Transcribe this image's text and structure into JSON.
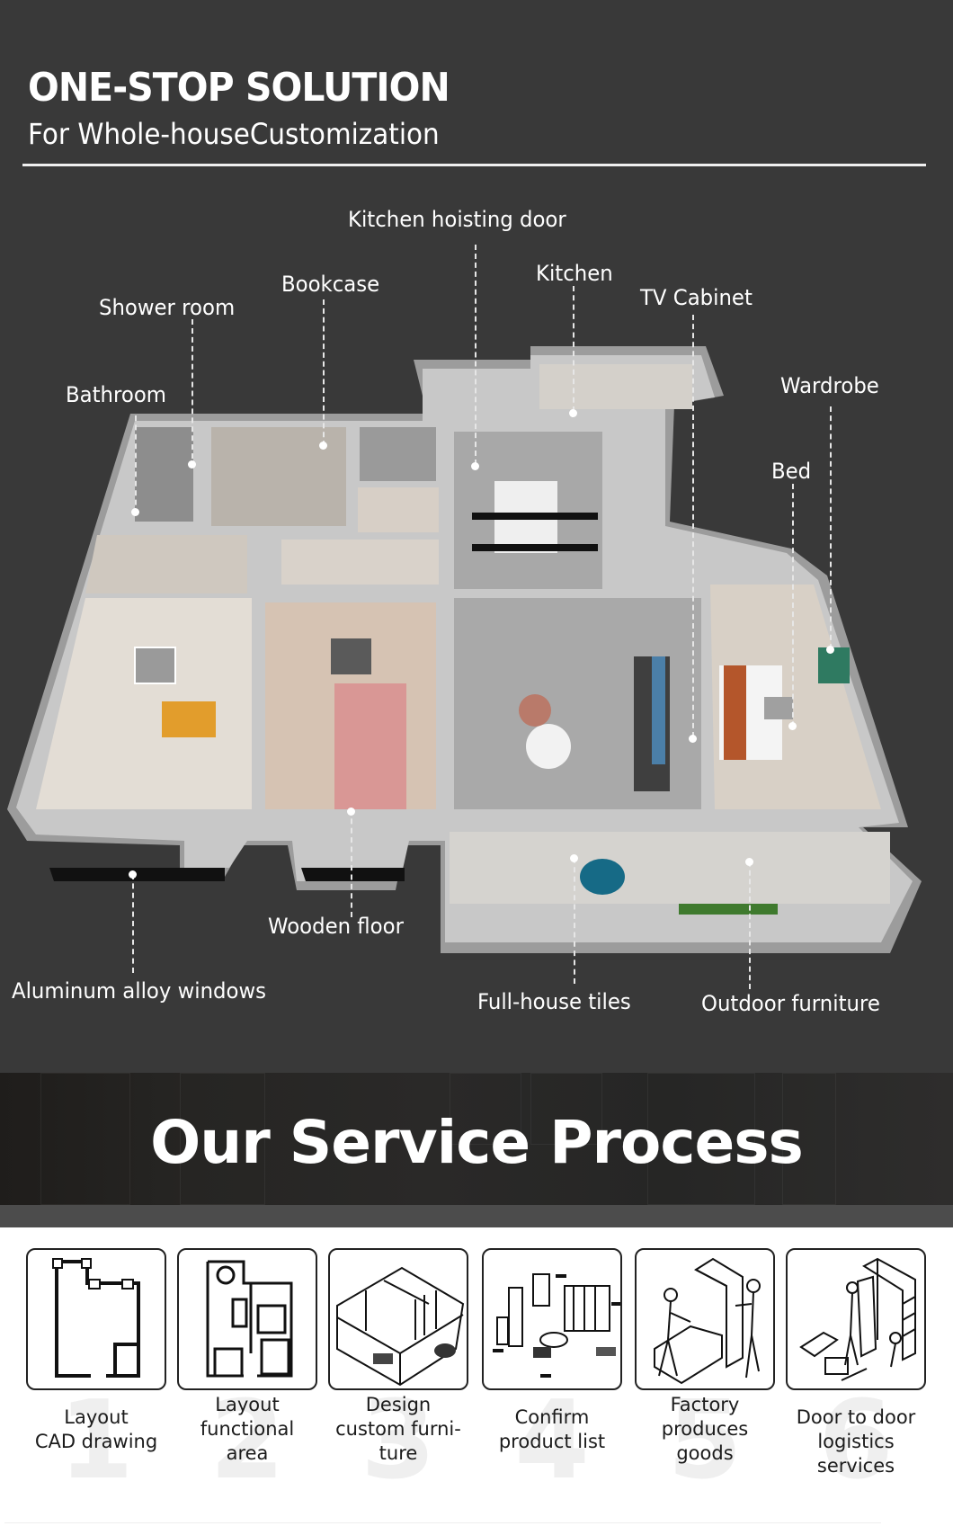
{
  "header": {
    "title": "ONE-STOP SOLUTION",
    "subtitle": "For Whole-houseCustomization"
  },
  "floor_plan": {
    "labels": [
      {
        "id": "kitchen-hoisting-door",
        "text": "Kitchen hoisting door"
      },
      {
        "id": "bookcase",
        "text": "Bookcase"
      },
      {
        "id": "shower-room",
        "text": "Shower room"
      },
      {
        "id": "kitchen",
        "text": "Kitchen"
      },
      {
        "id": "tv-cabinet",
        "text": "TV Cabinet"
      },
      {
        "id": "bathroom",
        "text": "Bathroom"
      },
      {
        "id": "wardrobe",
        "text": "Wardrobe"
      },
      {
        "id": "bed",
        "text": "Bed"
      },
      {
        "id": "wooden-floor",
        "text": "Wooden floor"
      },
      {
        "id": "aluminum-alloy-windows",
        "text": "Aluminum alloy windows"
      },
      {
        "id": "full-house-tiles",
        "text": "Full-house tiles"
      },
      {
        "id": "outdoor-furniture",
        "text": "Outdoor furniture"
      }
    ]
  },
  "service": {
    "title": "Our Service Process",
    "steps": [
      {
        "number": "1",
        "caption_lines": [
          "Layout",
          "CAD drawing"
        ],
        "icon": "cad-floorplan-icon"
      },
      {
        "number": "2",
        "caption_lines": [
          "Layout",
          "functional",
          "area"
        ],
        "icon": "functional-floorplan-icon"
      },
      {
        "number": "3",
        "caption_lines": [
          "Design",
          "custom furni-",
          "ture"
        ],
        "icon": "isometric-design-icon"
      },
      {
        "number": "4",
        "caption_lines": [
          "Confirm",
          "product list"
        ],
        "icon": "product-list-icon"
      },
      {
        "number": "5",
        "caption_lines": [
          "Factory",
          "produces",
          "goods"
        ],
        "icon": "factory-workers-icon"
      },
      {
        "number": "6",
        "caption_lines": [
          "Door to door",
          "logistics services"
        ],
        "icon": "installation-workers-icon"
      }
    ]
  },
  "colors": {
    "background_dark": "#393939",
    "banner_dark": "#262523",
    "text_light": "#ffffff",
    "text_dark": "#1b1b1b"
  }
}
